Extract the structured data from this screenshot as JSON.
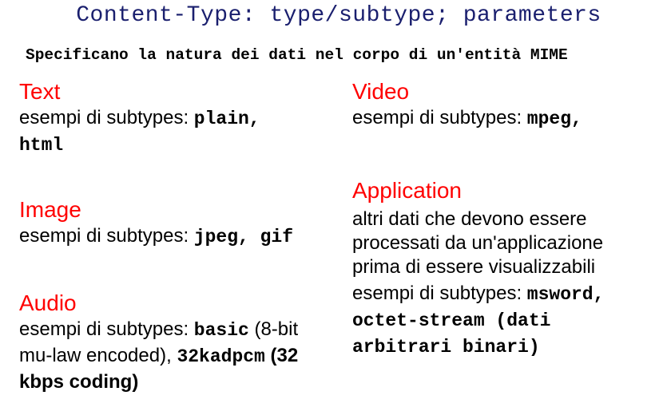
{
  "header": {
    "title": "Content-Type: type/subtype; parameters",
    "subtitle": "Specificano la natura dei dati nel corpo di un'entità MIME"
  },
  "colors": {
    "heading": "#ff0000",
    "title": "#1a1f6e"
  },
  "left": {
    "text": {
      "heading": "Text",
      "prefix": "esempi di subtypes: ",
      "subtypes_line1": "plain,",
      "subtypes_line2": "html"
    },
    "image": {
      "heading": "Image",
      "prefix": "esempi di subtypes: ",
      "subtypes": "jpeg, gif"
    },
    "audio": {
      "heading": "Audio",
      "prefix": "esempi di subtypes: ",
      "subtype1": "basic",
      "desc1_a": " (8-bit",
      "desc1_b": "mu-law encoded), ",
      "subtype2": "32kadpcm",
      "desc2_a": " (32",
      "desc2_b": "kbps coding)"
    }
  },
  "right": {
    "video": {
      "heading": "Video",
      "prefix": "esempi di subtypes: ",
      "subtypes": "mpeg,"
    },
    "application": {
      "heading": "Application",
      "desc_line1": "altri dati che devono essere",
      "desc_line2": "processati da un'applicazione",
      "desc_line3": "prima di essere visualizzabili",
      "prefix": "esempi di subtypes: ",
      "subtypes_line1": "msword,",
      "subtypes_line2": "octet-stream (dati",
      "subtypes_line3": "arbitrari binari)"
    }
  }
}
